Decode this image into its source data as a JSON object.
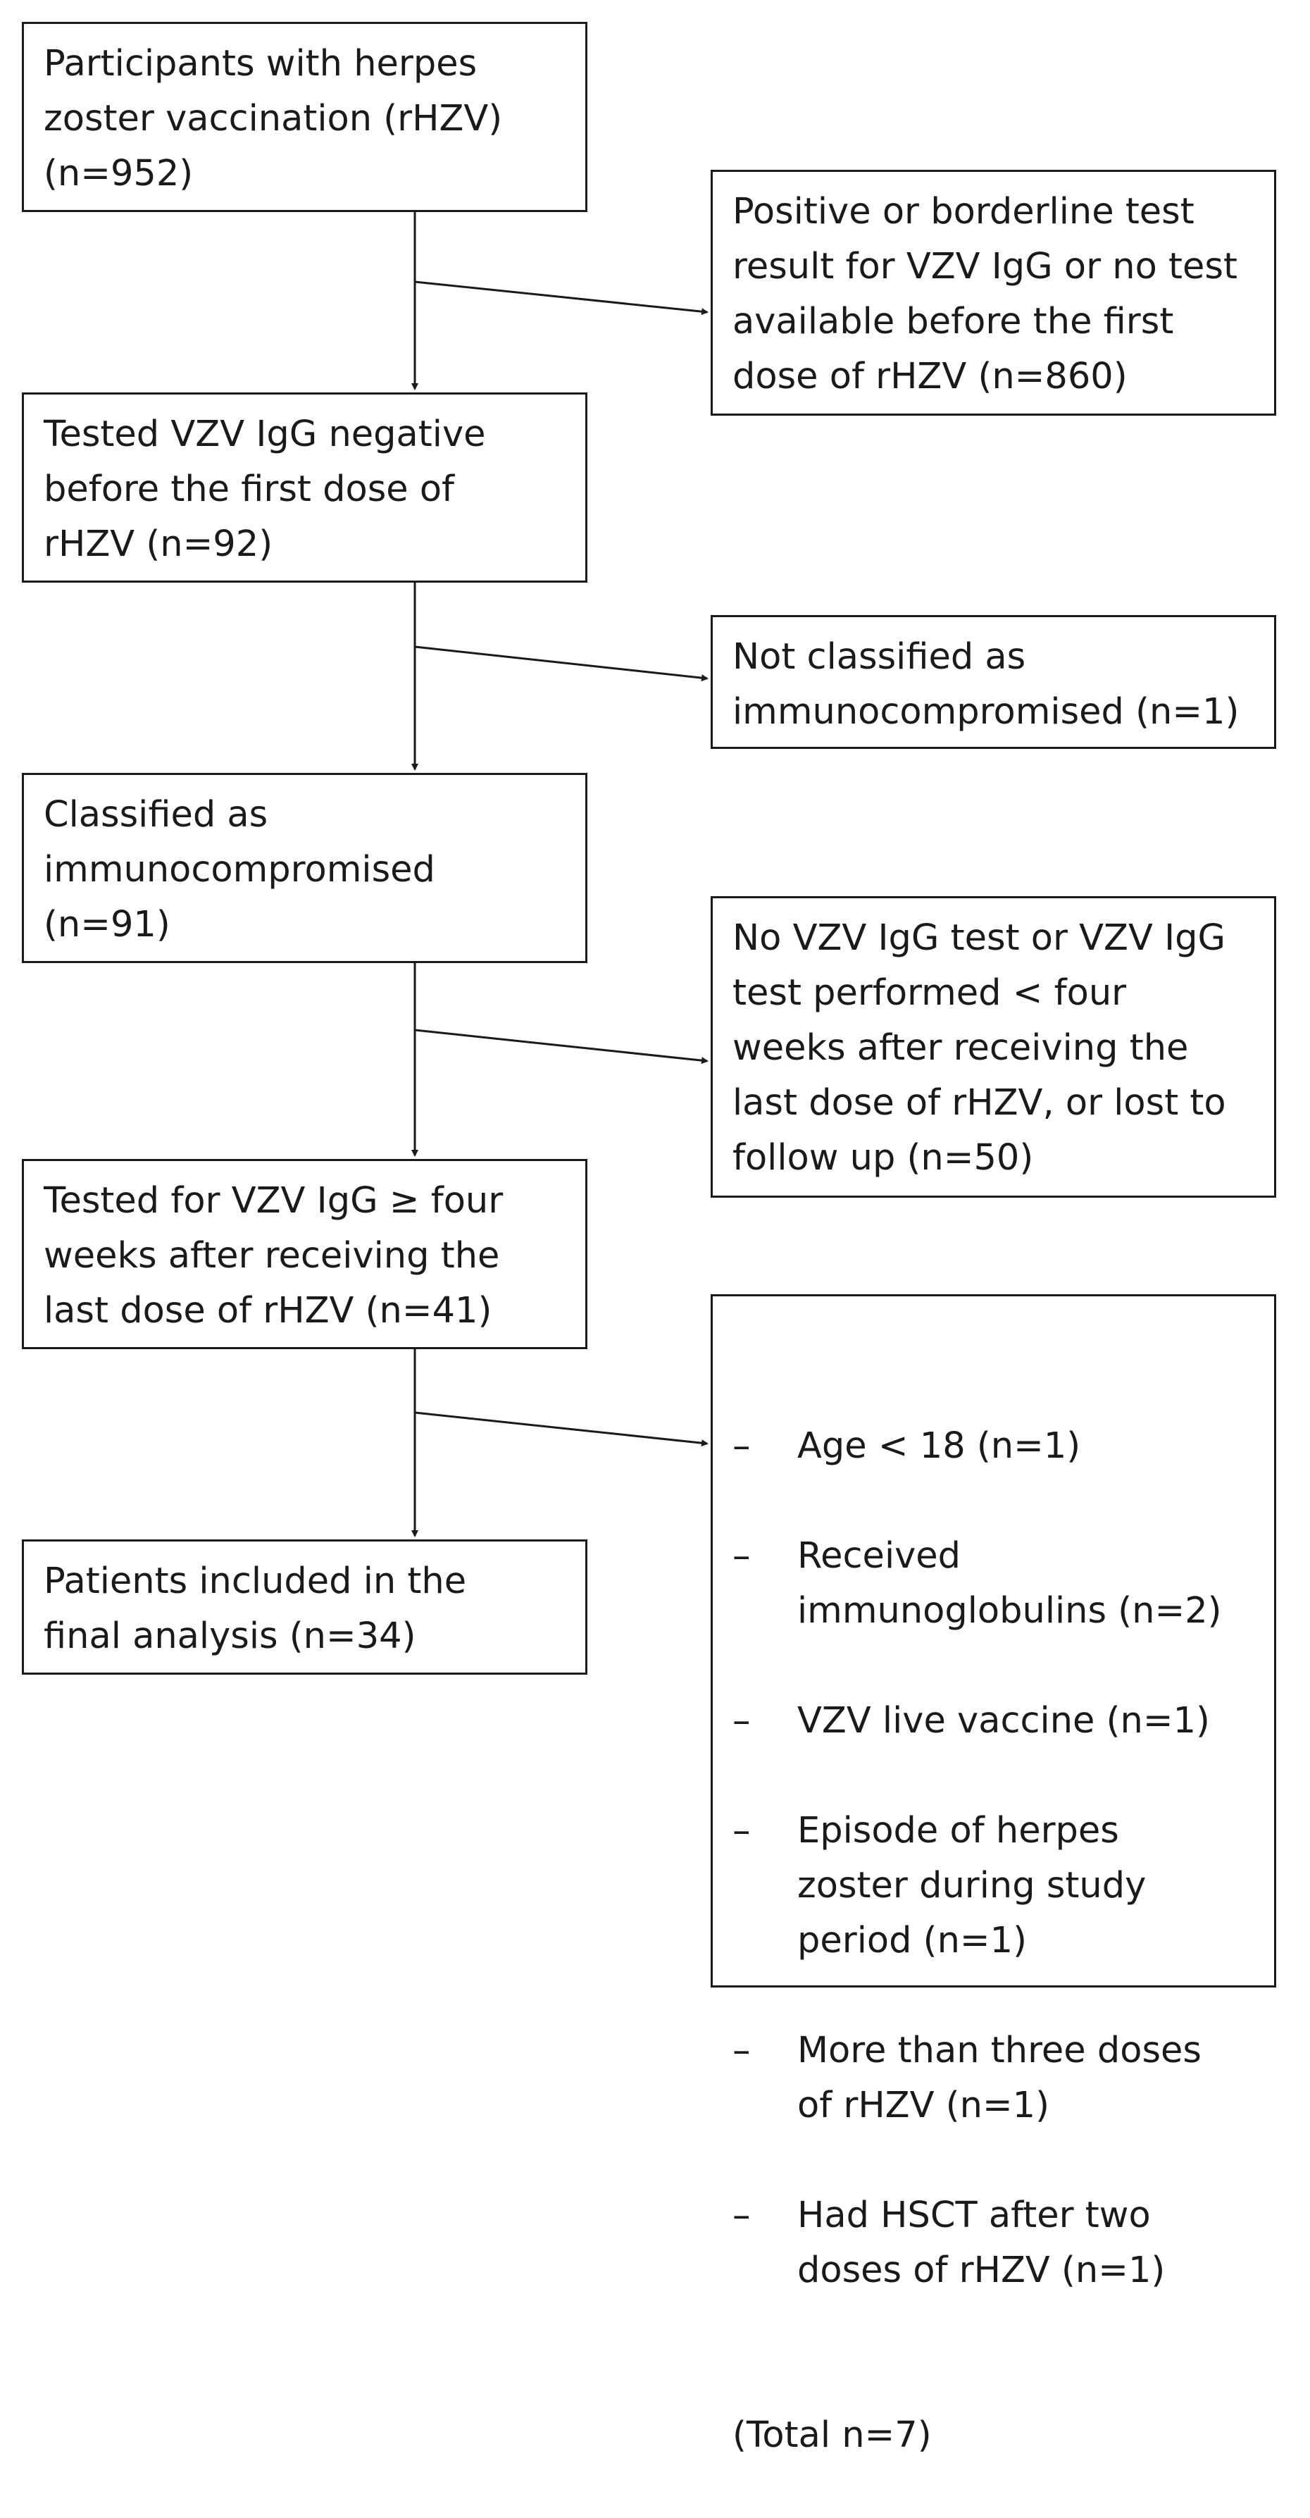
{
  "main_boxes": [
    "Participants with herpes\nzoster vaccination (rHZV)\n(n=952)",
    "Tested VZV IgG negative\nbefore the first dose of\nrHZV (n=92)",
    "Classified as\nimmunocompromised\n(n=91)",
    "Tested for VZV IgG ≥ four\nweeks after receiving the\nlast dose of rHZV (n=41)",
    "Patients included in the\nfinal analysis (n=34)"
  ],
  "exclusion_boxes": [
    "Positive or borderline test\nresult for VZV IgG or no test\navailable before the first\ndose of rHZV (n=860)",
    "Not classified as\nimmunocompromised (n=1)",
    "No VZV IgG test or VZV IgG\ntest performed < four\nweeks after receiving the\nlast dose of rHZV, or lost to\nfollow up (n=50)"
  ],
  "final_exclusion": {
    "bullet": "–",
    "items": [
      "Age < 18 (n=1)",
      "Received\nimmunoglobulins (n=2)",
      "VZV live vaccine (n=1)",
      "Episode of herpes\nzoster during study\nperiod (n=1)",
      "More than three doses\nof rHZV (n=1)",
      "Had HSCT after two\ndoses of rHZV (n=1)"
    ],
    "total": "(Total n=7)"
  }
}
